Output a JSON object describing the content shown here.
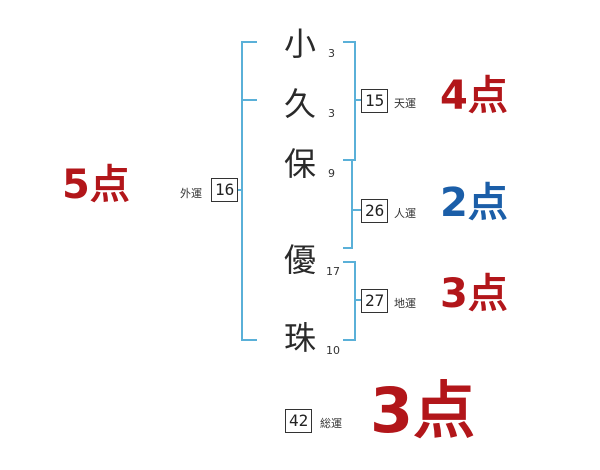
{
  "name_chars": [
    {
      "char": "小",
      "strokes": "3"
    },
    {
      "char": "久",
      "strokes": "3"
    },
    {
      "char": "保",
      "strokes": "9"
    },
    {
      "char": "優",
      "strokes": "17"
    },
    {
      "char": "珠",
      "strokes": "10"
    }
  ],
  "gaiun": {
    "label": "外運",
    "value": "16",
    "score": "5点"
  },
  "tenun": {
    "label": "天運",
    "value": "15",
    "score": "4点"
  },
  "jinun": {
    "label": "人運",
    "value": "26",
    "score": "2点"
  },
  "chiun": {
    "label": "地運",
    "value": "27",
    "score": "3点"
  },
  "souun": {
    "label": "総運",
    "value": "42",
    "score": "3点"
  },
  "colors": {
    "bracket": "#5ab0d8",
    "good": "#b2161a",
    "low": "#1b5ea8"
  }
}
